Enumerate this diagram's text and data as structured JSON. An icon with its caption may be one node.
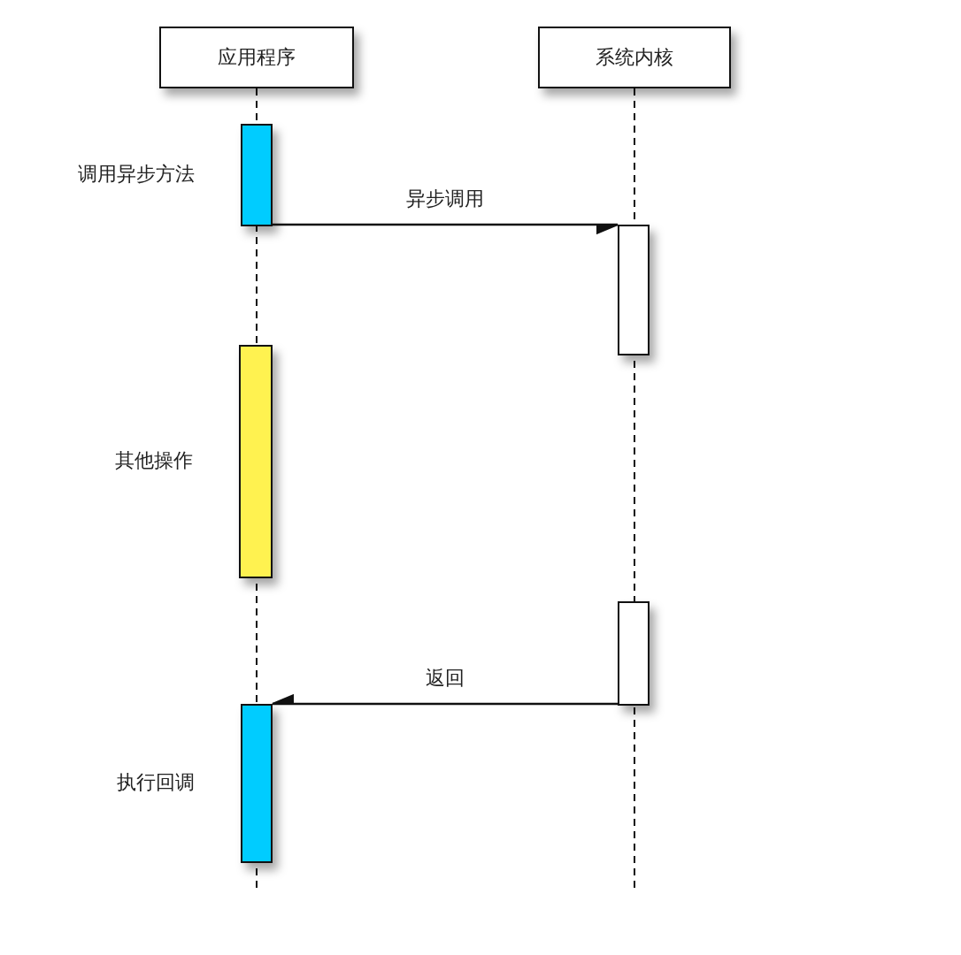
{
  "diagram": {
    "nodes": [
      {
        "text": [
          "应用程序"
        ]
      },
      {
        "text": [
          "系统内核"
        ]
      },
      {
        "text": [],
        "shape": "bar",
        "beside": [
          "调用异步方法"
        ]
      },
      {
        "text": [],
        "shape": "bar"
      },
      {
        "text": [],
        "shape": "bar",
        "beside": [
          "其他操作"
        ]
      },
      {
        "text": [],
        "shape": "bar"
      },
      {
        "text": [],
        "shape": "bar",
        "beside": [
          "执行回调"
        ]
      }
    ],
    "edges": [
      {
        "from": 2,
        "to": 3,
        "arrow": "to",
        "label": "异步调用"
      },
      {
        "from": 5,
        "to": 6,
        "arrow": "to",
        "label": "返回"
      }
    ]
  }
}
